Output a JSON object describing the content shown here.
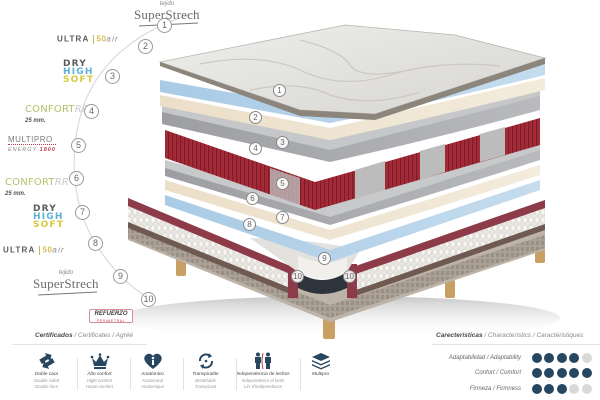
{
  "layers_legend": [
    {
      "number": "1",
      "brand_prefix": "tejido",
      "brand": "SuperStrech",
      "type": "superstrech"
    },
    {
      "number": "2",
      "brand": "ULTRA",
      "brand_suffix": "50",
      "brand_tail": "air",
      "type": "ultra"
    },
    {
      "number": "3",
      "lines": [
        "DRY",
        "HIGH",
        "SOFT"
      ],
      "type": "dry"
    },
    {
      "number": "4",
      "brand": "CONFORT",
      "brand_suffix": "RR",
      "detail": "25 mm.",
      "type": "confort"
    },
    {
      "number": "5",
      "brand": "MULTIPRO",
      "line2_prefix": "ENERGY",
      "line2_num": "1800",
      "type": "multipro"
    },
    {
      "number": "6",
      "brand": "CONFORT",
      "brand_suffix": "RR",
      "detail": "25 mm.",
      "type": "confort"
    },
    {
      "number": "7",
      "lines": [
        "DRY",
        "HIGH",
        "SOFT"
      ],
      "type": "dry"
    },
    {
      "number": "8",
      "brand": "ULTRA",
      "brand_suffix": "50",
      "brand_tail": "air",
      "type": "ultra"
    },
    {
      "number": "9",
      "brand_prefix": "tejido",
      "brand": "SuperStrech",
      "type": "superstrech"
    },
    {
      "number": "10",
      "brand": "REFUERZO",
      "subbrand": "PERIMETRAL",
      "type": "refuerzo"
    }
  ],
  "diagram_callouts": [
    "1",
    "2",
    "3",
    "4",
    "5",
    "6",
    "7",
    "8",
    "9",
    "10",
    "10"
  ],
  "certificates": {
    "title_bold": "Certificados",
    "title_rest": " / Certificates / Agréé",
    "items": [
      {
        "icon": "double-side-arrows-icon",
        "label": "Doble cara",
        "sub1": "Double sided",
        "sub2": "Double face"
      },
      {
        "icon": "crown-icon",
        "label": "Alto confort",
        "sub1": "Hight comfort",
        "sub2": "Haute comfort"
      },
      {
        "icon": "anatomic-heart-icon",
        "label": "Anatómico",
        "sub1": "Anatomical",
        "sub2": "Anatomique"
      },
      {
        "icon": "breathable-cycle-icon",
        "label": "Transpirable",
        "sub1": "Breathable",
        "sub2": "Transpirant"
      },
      {
        "icon": "couple-independence-icon",
        "label": "Independencia de lechos",
        "sub1": "Independence of beds",
        "sub2": "Lits d'indépendance"
      },
      {
        "icon": "layers-icon",
        "label": "Multipro",
        "sub1": "",
        "sub2": ""
      }
    ]
  },
  "characteristics": {
    "title_bold": "Carecteristicas",
    "title_rest": " / Characteristics / Caractéristiques",
    "max_rating": 5,
    "rows": [
      {
        "label": "Adaptabilidad / Adaptability",
        "rating": 4
      },
      {
        "label": "Confort / Comfort",
        "rating": 5
      },
      {
        "label": "Firmeza / Firmness",
        "rating": 3
      }
    ],
    "colors": {
      "filled": "#274760",
      "empty": "#d9d9d9"
    }
  }
}
